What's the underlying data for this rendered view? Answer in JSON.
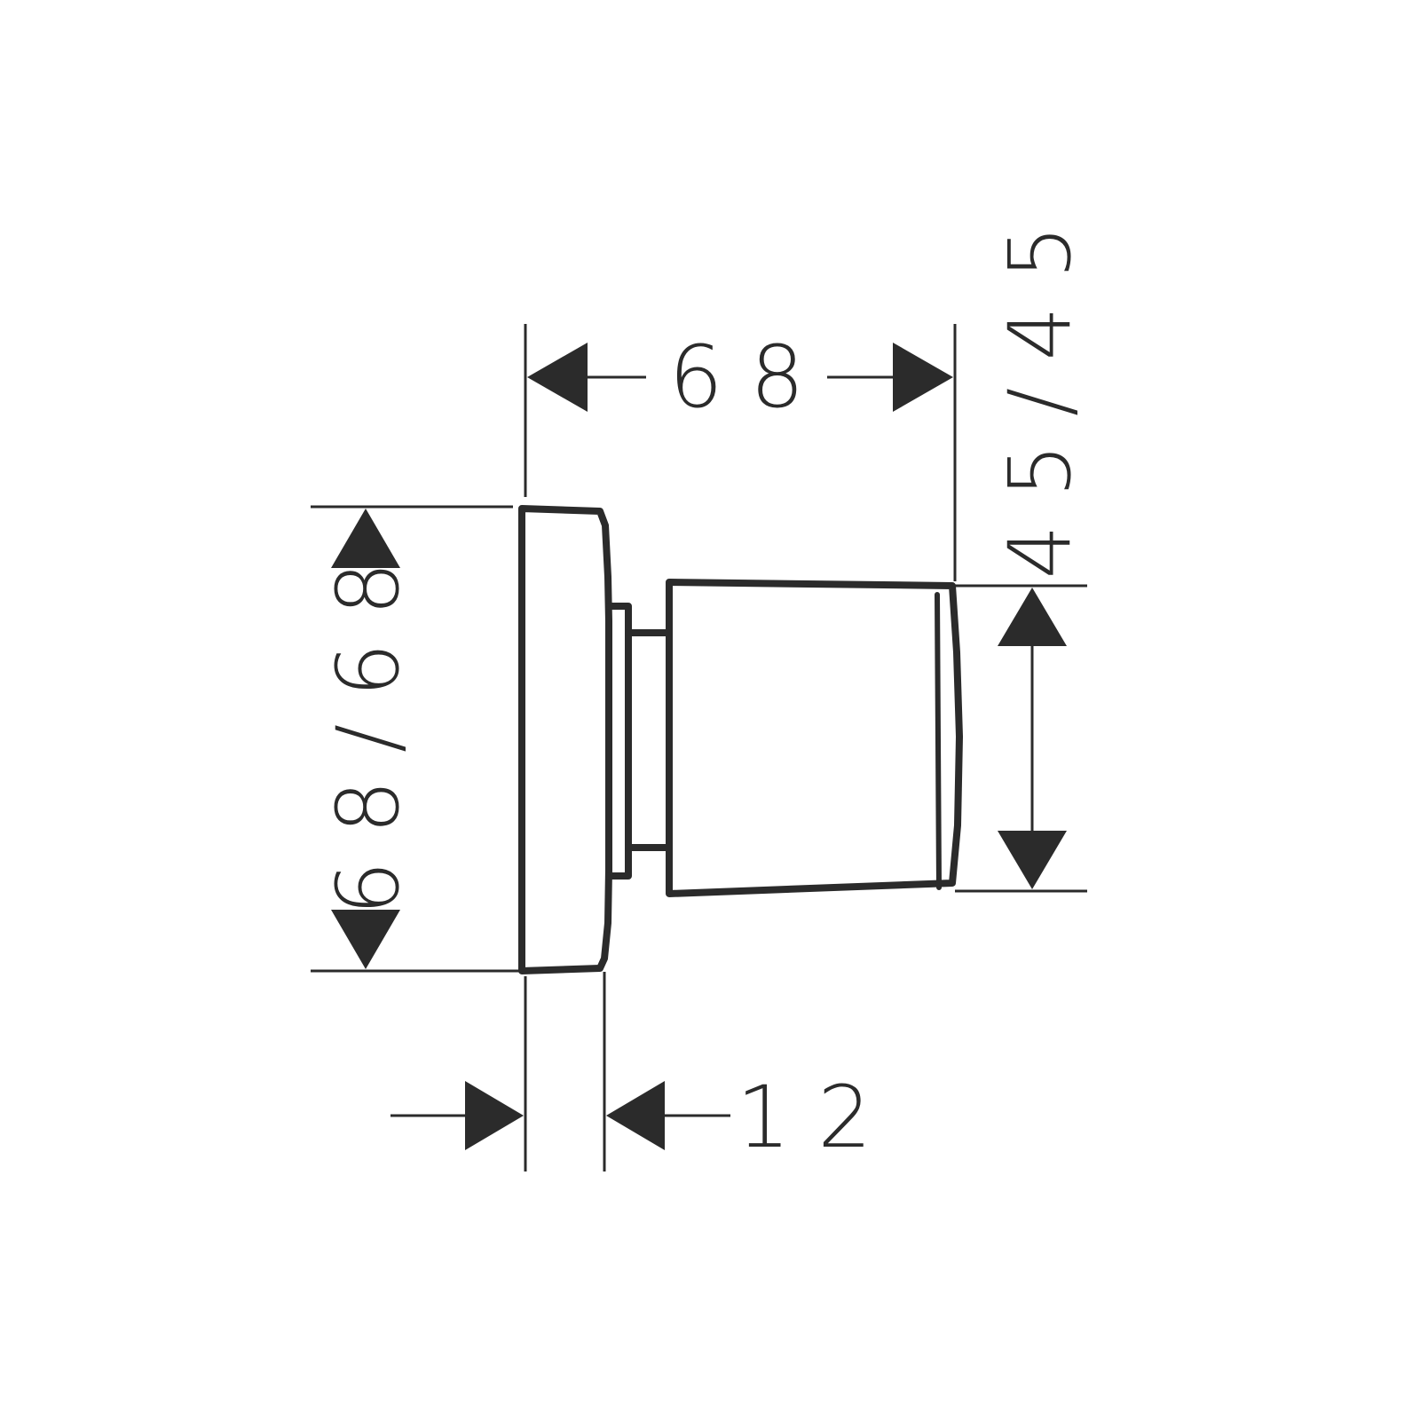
{
  "dimensions": {
    "depth_total": "6 8",
    "plate_height": "6 8 / 6 8",
    "knob_height": "4 5 / 4 5",
    "plate_thickness": "1 2"
  },
  "colors": {
    "ink": "#2b2b2b",
    "background": "#ffffff"
  }
}
